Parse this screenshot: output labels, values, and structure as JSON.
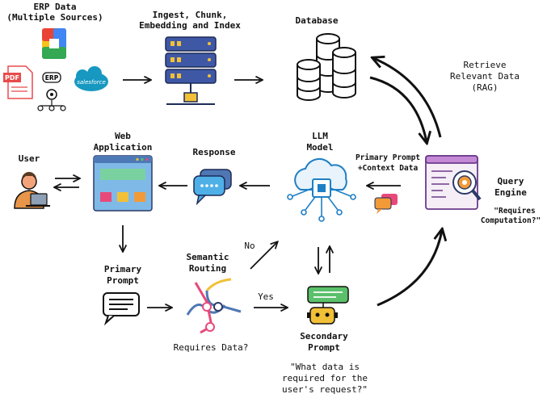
{
  "erp": {
    "title": "ERP Data",
    "subtitle": "(Multiple Sources)",
    "pdf_text": "PDF",
    "erp_text": "ERP",
    "salesforce_text": "salesforce"
  },
  "ingest": {
    "line1": "Ingest, Chunk,",
    "line2": "Embedding and Index"
  },
  "database": {
    "label": "Database"
  },
  "retrieve": {
    "line1": "Retrieve",
    "line2": "Relevant Data",
    "line3": "(RAG)"
  },
  "user": {
    "label": "User"
  },
  "web_app": {
    "line1": "Web",
    "line2": "Application"
  },
  "response": {
    "label": "Response"
  },
  "llm": {
    "line1": "LLM",
    "line2": "Model"
  },
  "prompt_context": {
    "line1": "Primary Prompt",
    "line2": "+Context Data"
  },
  "query_engine": {
    "line1": "Query",
    "line2": "Engine",
    "note1": "\"Requires",
    "note2": "Computation?\""
  },
  "primary_prompt": {
    "line1": "Primary",
    "line2": "Prompt"
  },
  "semantic_routing": {
    "line1": "Semantic",
    "line2": "Routing",
    "question": "Requires Data?"
  },
  "branch": {
    "no": "No",
    "yes": "Yes"
  },
  "secondary_prompt": {
    "line1": "Secondary",
    "line2": "Prompt",
    "q1": "\"What data is",
    "q2": "required for the",
    "q3": "user's request?\""
  },
  "colors": {
    "blue": "#4f77b3",
    "yellow": "#f2c037",
    "pink": "#e8497a",
    "green": "#5ac06a",
    "navy": "#2b3a67",
    "red": "#e24a4a"
  }
}
